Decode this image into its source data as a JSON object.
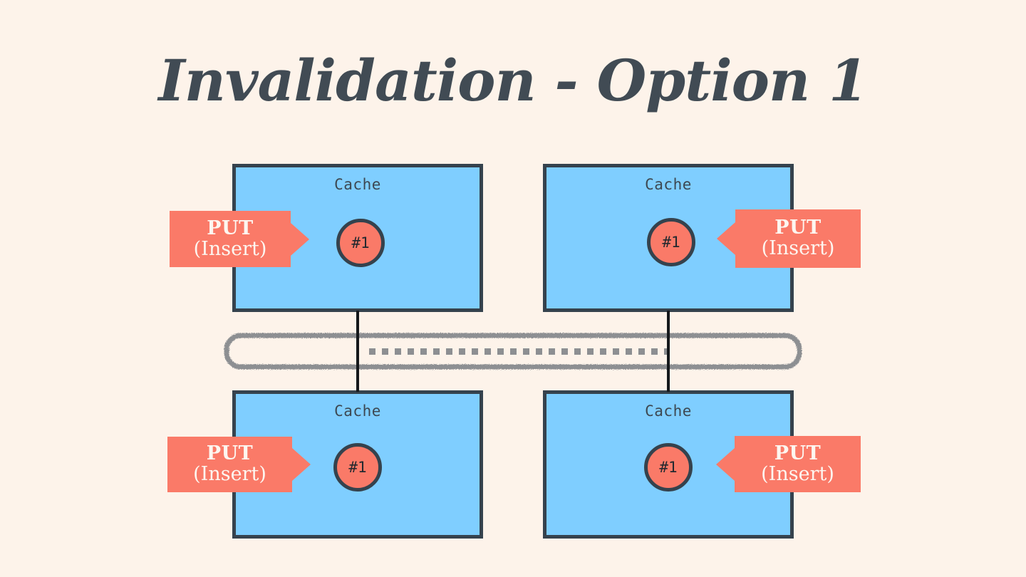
{
  "slide": {
    "title": "Invalidation - Option 1",
    "background_color": "#fdf3ea",
    "title_color": "#414b54"
  },
  "palette": {
    "cache_fill": "#7fceff",
    "cache_border": "#35424d",
    "callout_fill": "#fa7a68",
    "callout_text": "#fdf6f0",
    "circle_fill": "#fa7a68",
    "circle_border": "#35424d",
    "bus_stroke": "#8d8f92",
    "link_color": "#15181b",
    "dash_color": "#8d8f92"
  },
  "caches": [
    {
      "id": "cache-top-left",
      "label": "Cache",
      "entry": "#1",
      "callout": {
        "line1": "PUT",
        "line2": "(Insert)",
        "direction": "right"
      }
    },
    {
      "id": "cache-top-right",
      "label": "Cache",
      "entry": "#1",
      "callout": {
        "line1": "PUT",
        "line2": "(Insert)",
        "direction": "left"
      }
    },
    {
      "id": "cache-bottom-left",
      "label": "Cache",
      "entry": "#1",
      "callout": {
        "line1": "PUT",
        "line2": "(Insert)",
        "direction": "right"
      }
    },
    {
      "id": "cache-bottom-right",
      "label": "Cache",
      "entry": "#1",
      "callout": {
        "line1": "PUT",
        "line2": "(Insert)",
        "direction": "left"
      }
    }
  ],
  "network": {
    "name": "network-bus",
    "style": "rounded-rectangle-sketch",
    "message_line": {
      "style": "dashed",
      "label": ""
    }
  },
  "links": [
    {
      "id": "link-left",
      "from": "cache-top-left",
      "to": "cache-bottom-left"
    },
    {
      "id": "link-right",
      "from": "cache-top-right",
      "to": "cache-bottom-right"
    }
  ]
}
